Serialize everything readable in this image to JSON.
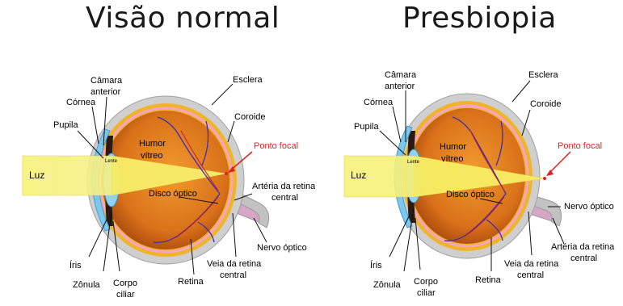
{
  "left": {
    "title": "Visão normal",
    "labels": {
      "camara": [
        "Câmara",
        "anterior"
      ],
      "cornea": "Córnea",
      "pupila": "Pupila",
      "esclera": "Esclera",
      "coroide": "Coroide",
      "humor": [
        "Humor",
        "vítreo"
      ],
      "lente": "Lente",
      "ponto_focal": "Ponto focal",
      "luz": "Luz",
      "arteria": [
        "Artéria da retina",
        "central"
      ],
      "disco": "Disco óptico",
      "nervo": "Nervo óptico",
      "iris": "Íris",
      "zonula": "Zônula",
      "corpo": [
        "Corpo",
        "ciliar"
      ],
      "retina": "Retina",
      "veia": [
        "Veia da retina",
        "central"
      ]
    }
  },
  "right": {
    "title": "Presbiopia",
    "labels": {
      "camara": [
        "Câmara",
        "anterior"
      ],
      "cornea": "Córnea",
      "pupila": "Pupila",
      "esclera": "Esclera",
      "coroide": "Coroide",
      "humor": [
        "Humor",
        "vítreo"
      ],
      "lente": "Lente",
      "ponto_focal": "Ponto focal",
      "luz": "Luz",
      "arteria": [
        "Artéria da retina",
        "central"
      ],
      "disco": "Disco óptico",
      "nervo": "Nervo óptico",
      "iris": "Íris",
      "zonula": "Zônula",
      "corpo": [
        "Corpo",
        "ciliar"
      ],
      "retina": "Retina",
      "veia": [
        "Veia da retina",
        "central"
      ]
    }
  },
  "colors": {
    "sclera": "#c9c9c9",
    "choroid": "#f0b429",
    "retina_pink": "#f5a3c7",
    "vitreous": "#d46a12",
    "cornea": "#7cc7ee",
    "light_beam": "#f7f27a",
    "focal_red": "#e02020",
    "vessel": "#3a2fb0"
  }
}
